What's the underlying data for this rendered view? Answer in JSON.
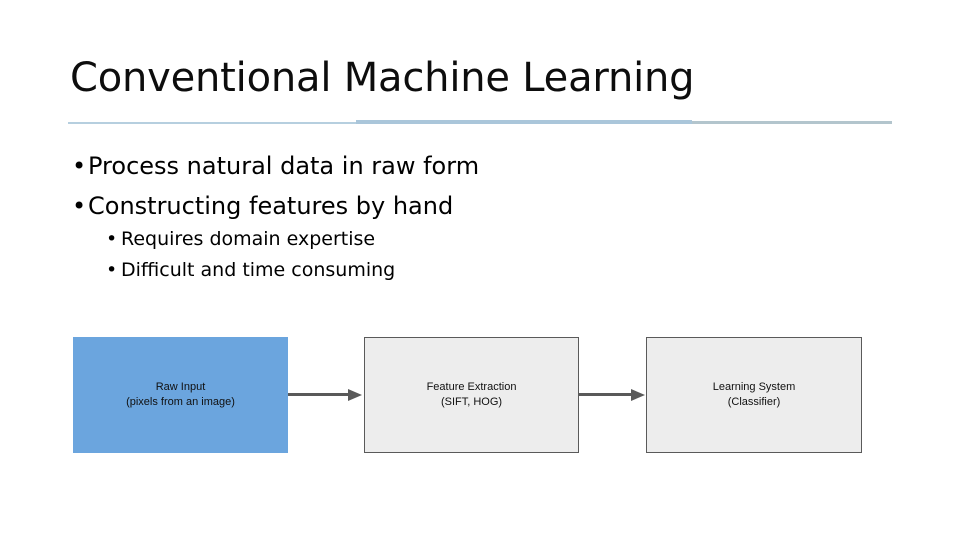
{
  "slide": {
    "title": "Conventional Machine Learning",
    "bullets": [
      {
        "marker": "•",
        "text": "Process natural data in raw form"
      },
      {
        "marker": "•",
        "text": "Constructing features by hand"
      }
    ],
    "sub_bullets": [
      {
        "marker": "•",
        "text": "Requires domain expertise"
      },
      {
        "marker": "•",
        "text": "Difficult and time consuming"
      }
    ],
    "rule_colors": {
      "left": "#b6cfdf",
      "middle": "#aac6da",
      "right": "#b3c5cd"
    }
  },
  "diagram": {
    "type": "flow",
    "boxes": [
      {
        "id": "raw-input",
        "line1": "Raw Input",
        "line2": "(pixels from an image)",
        "fill": "#6ba5de",
        "border": "none",
        "text_color": "#101010"
      },
      {
        "id": "feature-extraction",
        "line1": "Feature Extraction",
        "line2": "(SIFT, HOG)",
        "fill": "#ededed",
        "border": "#5a5a5a",
        "text_color": "#101010"
      },
      {
        "id": "learning-system",
        "line1": "Learning System",
        "line2": "(Classifier)",
        "fill": "#ededed",
        "border": "#5a5a5a",
        "text_color": "#101010"
      }
    ],
    "arrows": [
      {
        "id": "arrow-1",
        "from": "raw-input",
        "to": "feature-extraction",
        "color": "#595959"
      },
      {
        "id": "arrow-2",
        "from": "feature-extraction",
        "to": "learning-system",
        "color": "#595959"
      }
    ]
  }
}
